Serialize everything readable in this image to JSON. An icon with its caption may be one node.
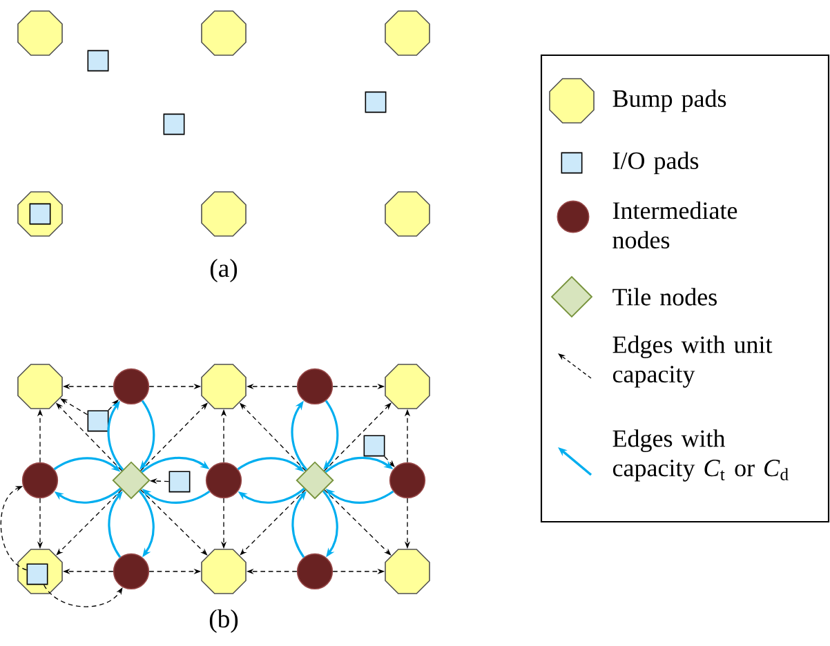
{
  "diagram": {
    "nodes": [
      {
        "text": [],
        "shape": "octagon"
      },
      {
        "text": [],
        "shape": "octagon"
      },
      {
        "text": [],
        "shape": "octagon"
      },
      {
        "text": [],
        "shape": "square"
      },
      {
        "text": [],
        "shape": "square"
      },
      {
        "text": [],
        "shape": "square"
      },
      {
        "text": [],
        "shape": "octagon"
      },
      {
        "text": [],
        "shape": "square",
        "in": 6
      },
      {
        "text": [],
        "shape": "octagon"
      },
      {
        "text": [],
        "shape": "octagon"
      },
      {
        "text": [],
        "shape": "octagon"
      },
      {
        "text": [],
        "shape": "circle"
      },
      {
        "text": [],
        "shape": "octagon"
      },
      {
        "text": [],
        "shape": "circle"
      },
      {
        "text": [],
        "shape": "octagon"
      },
      {
        "text": [],
        "shape": "square"
      },
      {
        "text": [],
        "shape": "square"
      },
      {
        "text": [],
        "shape": "circle"
      },
      {
        "text": [],
        "shape": "diamond"
      },
      {
        "text": [],
        "shape": "square"
      },
      {
        "text": [],
        "shape": "circle"
      },
      {
        "text": [],
        "shape": "diamond"
      },
      {
        "text": [],
        "shape": "circle"
      },
      {
        "text": [],
        "shape": "octagon"
      },
      {
        "text": [],
        "shape": "square",
        "in": 23
      },
      {
        "text": [],
        "shape": "circle"
      },
      {
        "text": [],
        "shape": "octagon"
      },
      {
        "text": [],
        "shape": "circle"
      },
      {
        "text": [],
        "shape": "octagon"
      }
    ],
    "edges": [
      {
        "from": 11,
        "to": 10,
        "arrow": "to",
        "style": "dashed"
      },
      {
        "from": 11,
        "to": 12,
        "arrow": "to",
        "style": "dashed"
      },
      {
        "from": 13,
        "to": 12,
        "arrow": "to",
        "style": "dashed"
      },
      {
        "from": 13,
        "to": 14,
        "arrow": "to",
        "style": "dashed"
      },
      {
        "from": 25,
        "to": 23,
        "arrow": "to",
        "style": "dashed"
      },
      {
        "from": 25,
        "to": 26,
        "arrow": "to",
        "style": "dashed"
      },
      {
        "from": 27,
        "to": 26,
        "arrow": "to",
        "style": "dashed"
      },
      {
        "from": 27,
        "to": 28,
        "arrow": "to",
        "style": "dashed"
      },
      {
        "from": 17,
        "to": 10,
        "arrow": "to",
        "style": "dashed"
      },
      {
        "from": 17,
        "to": 23,
        "arrow": "to",
        "style": "dashed"
      },
      {
        "from": 20,
        "to": 12,
        "arrow": "to",
        "style": "dashed"
      },
      {
        "from": 20,
        "to": 26,
        "arrow": "to",
        "style": "dashed"
      },
      {
        "from": 22,
        "to": 14,
        "arrow": "to",
        "style": "dashed"
      },
      {
        "from": 22,
        "to": 28,
        "arrow": "to",
        "style": "dashed"
      },
      {
        "from": 18,
        "to": 10,
        "arrow": "to",
        "style": "dashed"
      },
      {
        "from": 18,
        "to": 12,
        "arrow": "to",
        "style": "dashed"
      },
      {
        "from": 18,
        "to": 23,
        "arrow": "to",
        "style": "dashed"
      },
      {
        "from": 18,
        "to": 26,
        "arrow": "to",
        "style": "dashed"
      },
      {
        "from": 21,
        "to": 12,
        "arrow": "to",
        "style": "dashed"
      },
      {
        "from": 21,
        "to": 14,
        "arrow": "to",
        "style": "dashed"
      },
      {
        "from": 21,
        "to": 26,
        "arrow": "to",
        "style": "dashed"
      },
      {
        "from": 21,
        "to": 28,
        "arrow": "to",
        "style": "dashed"
      },
      {
        "from": 15,
        "to": 10,
        "arrow": "to",
        "style": "dashed"
      },
      {
        "from": 15,
        "to": 11,
        "arrow": "to",
        "style": "dashed"
      },
      {
        "from": 19,
        "to": 18,
        "arrow": "to",
        "style": "dashed"
      },
      {
        "from": 16,
        "to": 22,
        "arrow": "to",
        "style": "dashed"
      },
      {
        "from": 24,
        "to": 17,
        "arrow": "to",
        "style": "dashed"
      },
      {
        "from": 24,
        "to": 25,
        "arrow": "to",
        "style": "dashed"
      },
      {
        "from": 18,
        "to": 11,
        "arrow": "to",
        "color": "#00aeef"
      },
      {
        "from": 11,
        "to": 18,
        "arrow": "to",
        "color": "#00aeef"
      },
      {
        "from": 18,
        "to": 17,
        "arrow": "to",
        "color": "#00aeef"
      },
      {
        "from": 17,
        "to": 18,
        "arrow": "to",
        "color": "#00aeef"
      },
      {
        "from": 18,
        "to": 20,
        "arrow": "to",
        "color": "#00aeef"
      },
      {
        "from": 20,
        "to": 18,
        "arrow": "to",
        "color": "#00aeef"
      },
      {
        "from": 18,
        "to": 25,
        "arrow": "to",
        "color": "#00aeef"
      },
      {
        "from": 25,
        "to": 18,
        "arrow": "to",
        "color": "#00aeef"
      },
      {
        "from": 21,
        "to": 13,
        "arrow": "to",
        "color": "#00aeef"
      },
      {
        "from": 13,
        "to": 21,
        "arrow": "to",
        "color": "#00aeef"
      },
      {
        "from": 21,
        "to": 20,
        "arrow": "to",
        "color": "#00aeef"
      },
      {
        "from": 20,
        "to": 21,
        "arrow": "to",
        "color": "#00aeef"
      },
      {
        "from": 21,
        "to": 22,
        "arrow": "to",
        "color": "#00aeef"
      },
      {
        "from": 22,
        "to": 21,
        "arrow": "to",
        "color": "#00aeef"
      },
      {
        "from": 21,
        "to": 27,
        "arrow": "to",
        "color": "#00aeef"
      },
      {
        "from": 27,
        "to": 21,
        "arrow": "to",
        "color": "#00aeef"
      }
    ],
    "labels": [
      "(a)",
      "(b)"
    ],
    "legend": [
      {
        "text": "Bump pads"
      },
      {
        "text": "I/O pads"
      },
      {
        "text": "Intermediate nodes"
      },
      {
        "text": "Tile nodes"
      },
      {
        "text": "Edges with unit capacity"
      },
      {
        "text": "Edges with capacity *C*$_{t}$ or *C*$_{d}$"
      }
    ]
  }
}
